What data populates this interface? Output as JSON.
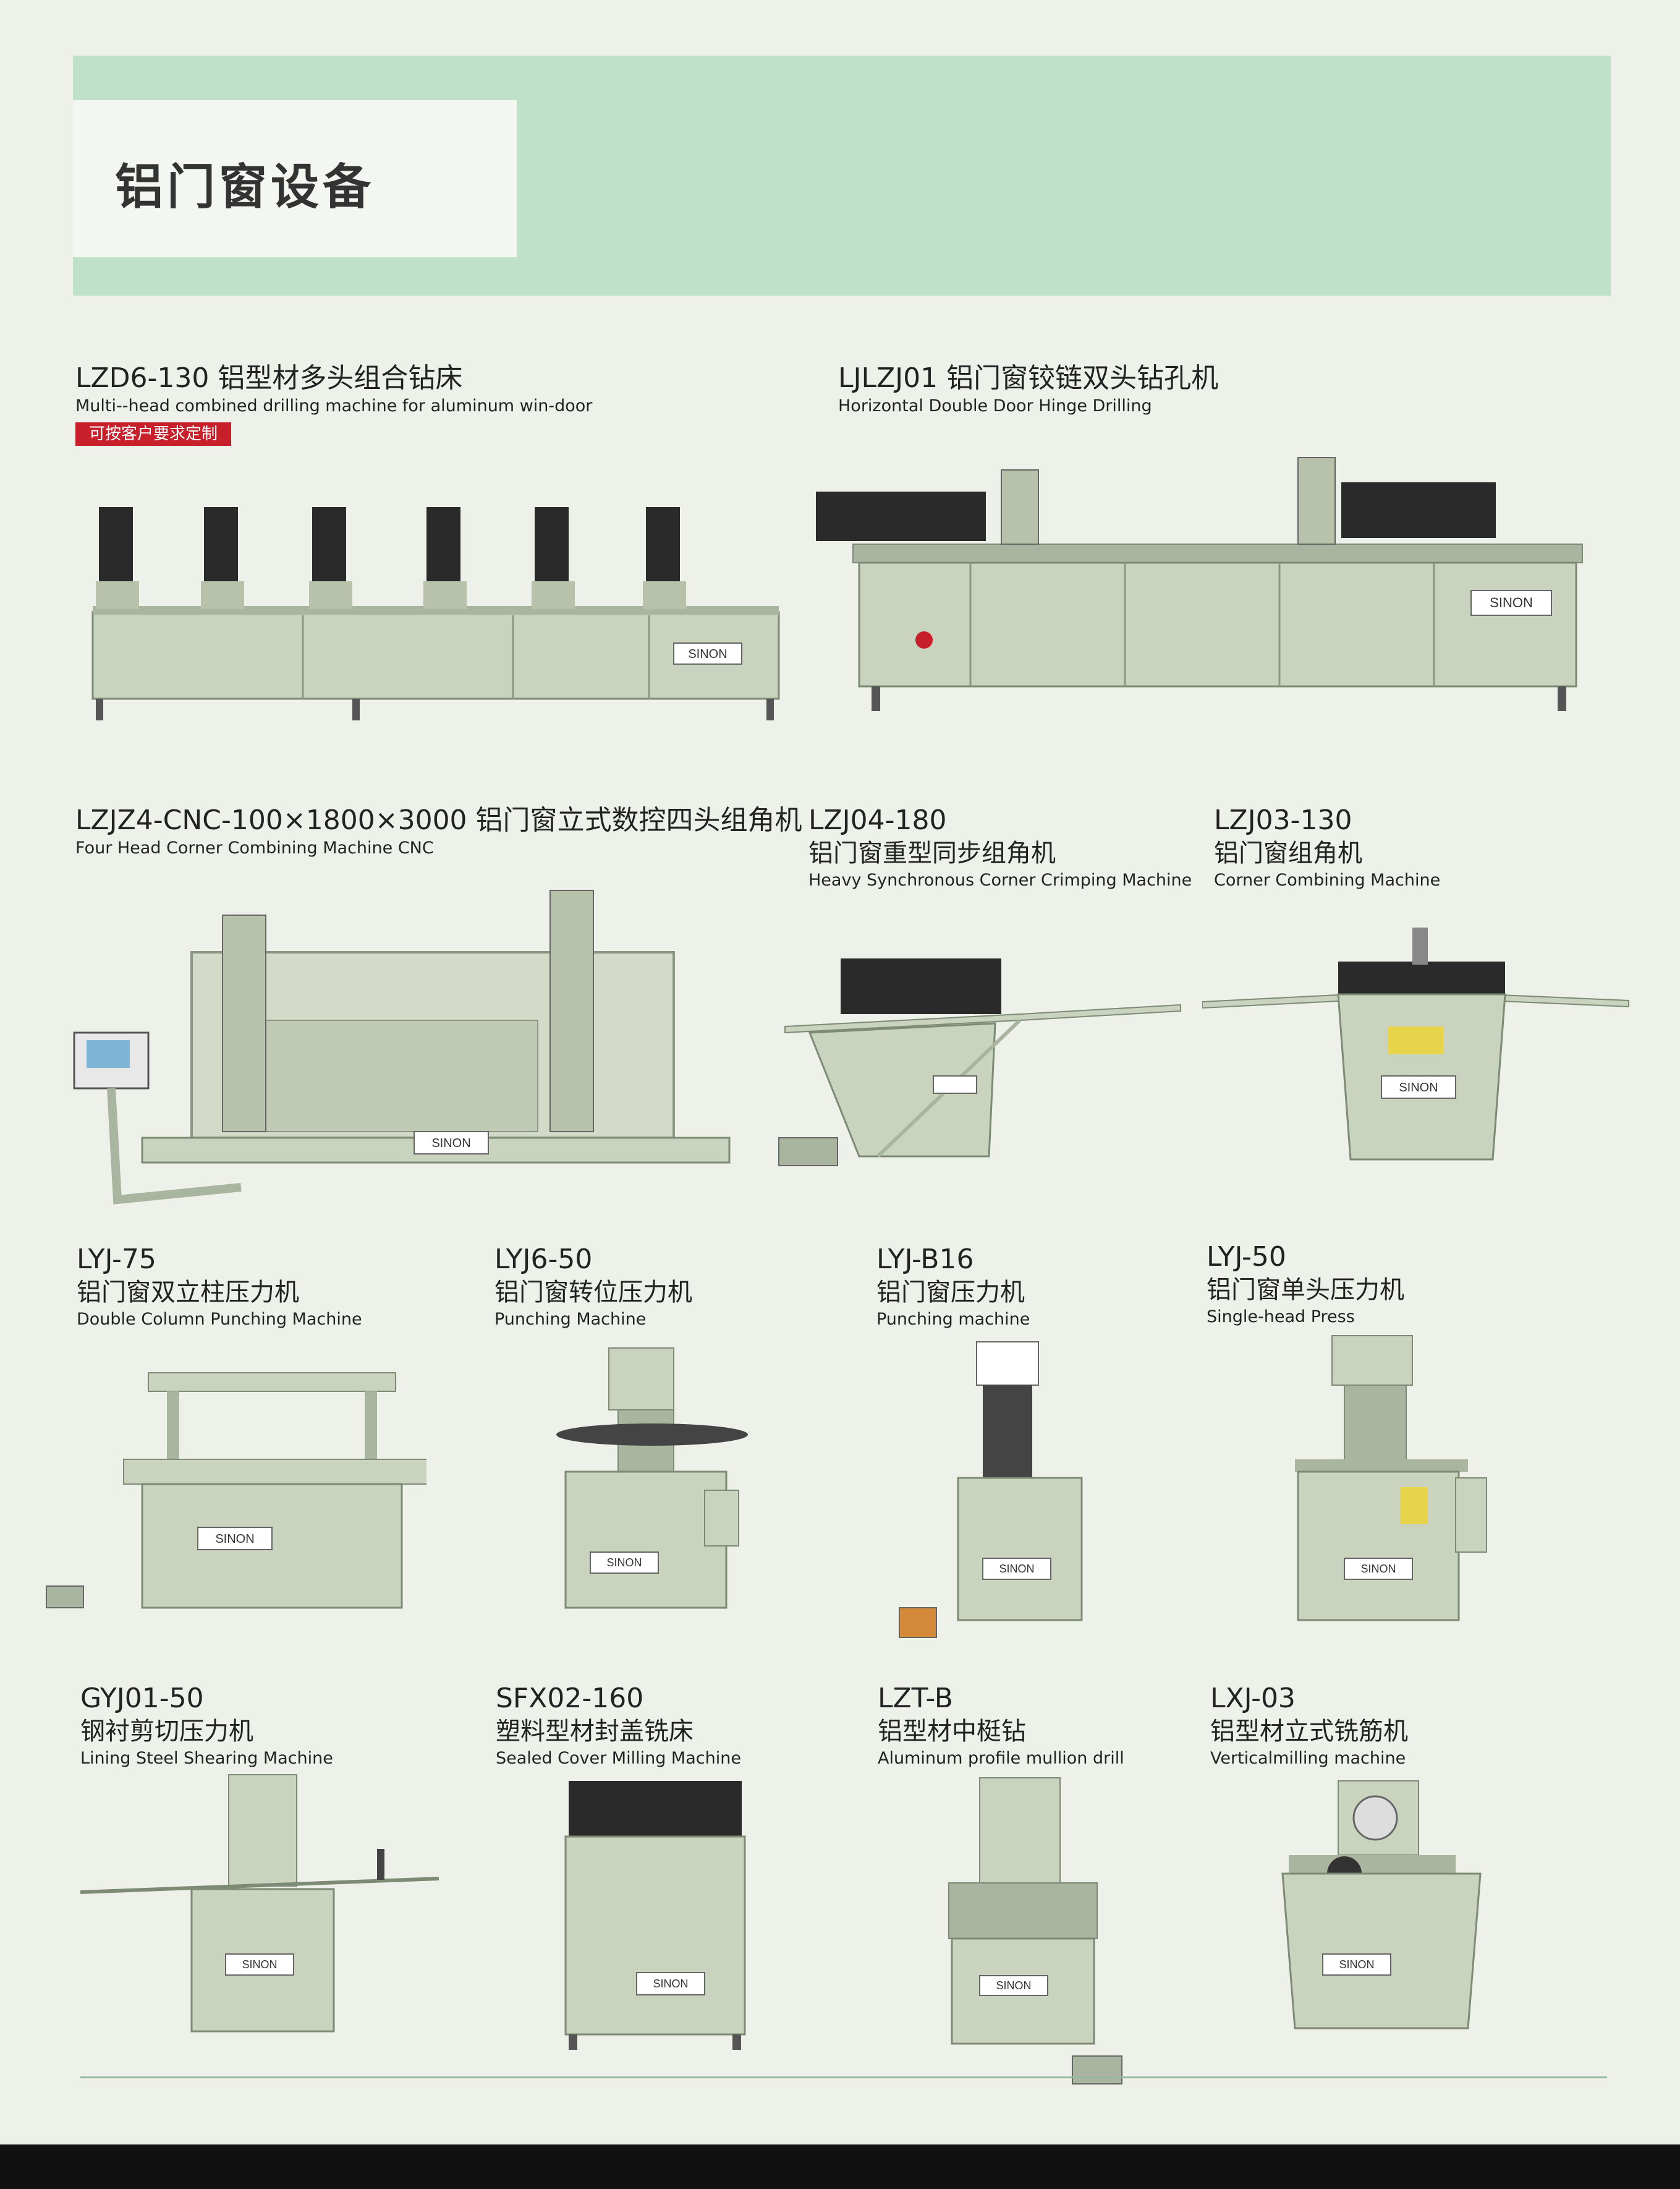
{
  "header": {
    "title": "铝门窗设备"
  },
  "badge": "可按客户要求定制",
  "brand": "SINON",
  "items": [
    {
      "model": "LZD6-130 铝型材多头组合钻床",
      "en": "Multi--head combined drilling machine for aluminum win-door"
    },
    {
      "model": "LJLZJ01 铝门窗铰链双头钻孔机",
      "en": "Horizontal Double Door Hinge Drilling"
    },
    {
      "model": "LZJZ4-CNC-100×1800×3000 铝门窗立式数控四头组角机",
      "en": "Four Head Corner Combining Machine CNC"
    },
    {
      "model": "LZJ04-180",
      "cn": "铝门窗重型同步组角机",
      "en": "Heavy Synchronous Corner Crimping Machine"
    },
    {
      "model": "LZJ03-130",
      "cn": "铝门窗组角机",
      "en": "Corner Combining Machine"
    },
    {
      "model": "LYJ-75",
      "cn": "铝门窗双立柱压力机",
      "en": "Double Column Punching Machine"
    },
    {
      "model": "LYJ6-50",
      "cn": "铝门窗转位压力机",
      "en": "Punching Machine"
    },
    {
      "model": "LYJ-B16",
      "cn": "铝门窗压力机",
      "en": "Punching machine"
    },
    {
      "model": "LYJ-50",
      "cn": "铝门窗单头压力机",
      "en": "Single-head Press"
    },
    {
      "model": "GYJ01-50",
      "cn": "钢衬剪切压力机",
      "en": "Lining Steel Shearing Machine"
    },
    {
      "model": "SFX02-160",
      "cn": "塑料型材封盖铣床",
      "en": "Sealed Cover Milling Machine"
    },
    {
      "model": "LZT-B",
      "cn": "铝型材中梃钻",
      "en": "Aluminum profile mullion drill"
    },
    {
      "model": "LXJ-03",
      "cn": "铝型材立式铣筋机",
      "en": "Verticalmilling machine"
    }
  ],
  "colors": {
    "banner": "#bfe0c9",
    "machine": "#c9d3bd",
    "machine_dark": "#aab59f",
    "motor": "#2a2a2a",
    "badge": "#c8202a"
  }
}
